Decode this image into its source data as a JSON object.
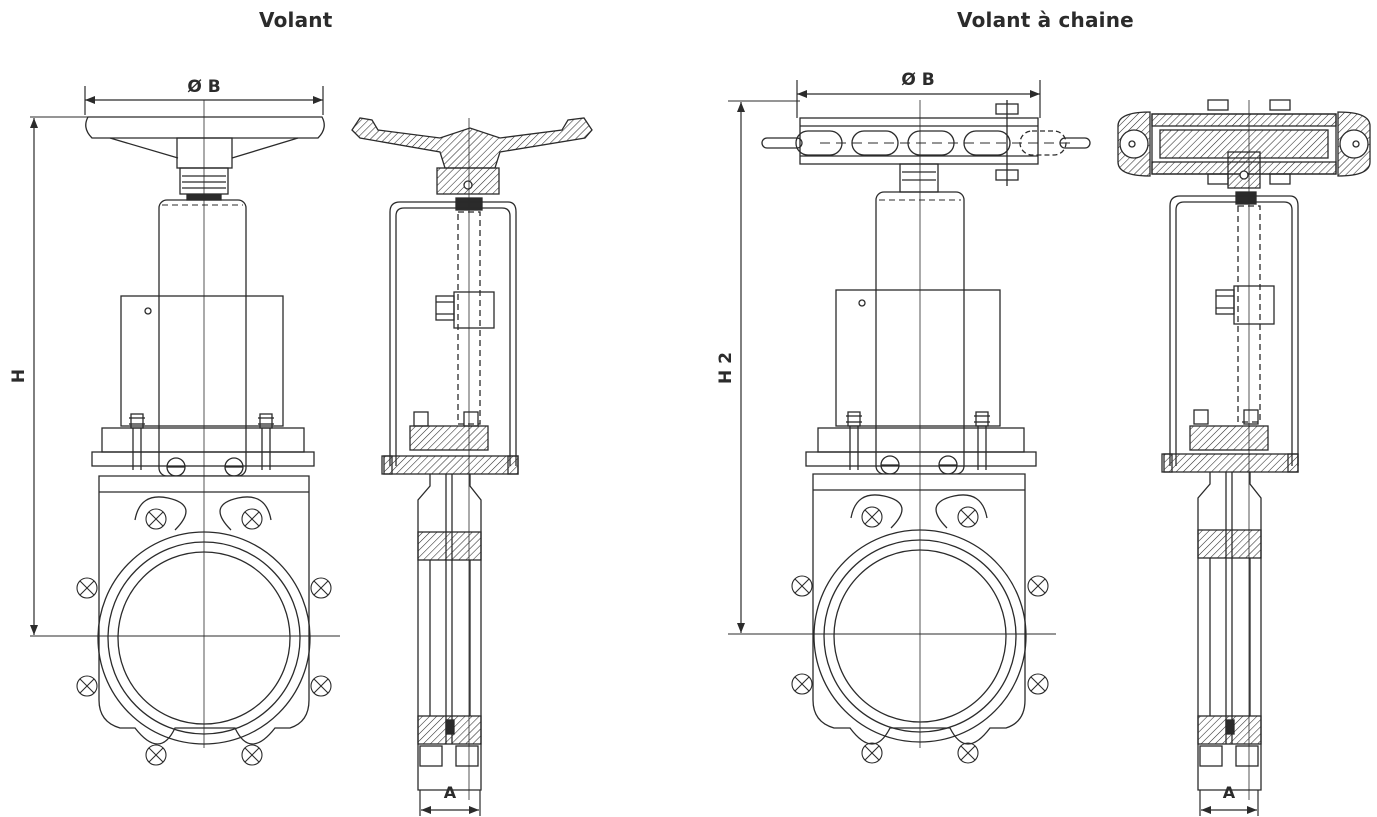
{
  "titles": {
    "left": "Volant",
    "right": "Volant à chaine"
  },
  "dimensions": {
    "handwheel": {
      "diameter": "Ø B",
      "height": "H",
      "width": "A"
    },
    "chainwheel": {
      "diameter": "Ø B",
      "height": "H 2",
      "width": "A"
    }
  },
  "colors": {
    "line": "#2b2b2b",
    "background": "#ffffff"
  }
}
